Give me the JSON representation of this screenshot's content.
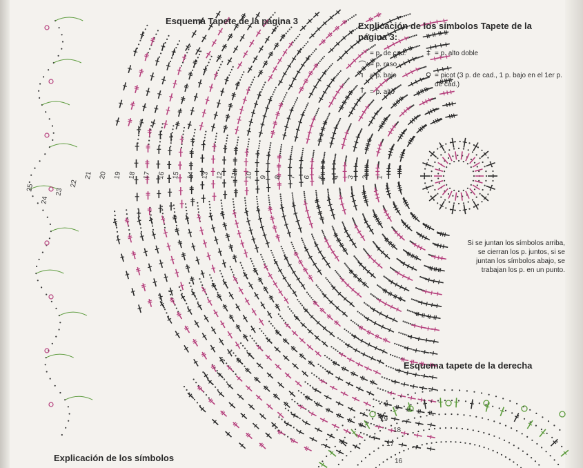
{
  "page_title": "Esquema Tapete de la página 3",
  "legend": {
    "title": "Explicación de los símbolos Tapete de la página 3:",
    "items": [
      {
        "symbol": "·",
        "label": "= p. de cad."
      },
      {
        "symbol": "⌒",
        "label": "= p. raso"
      },
      {
        "symbol": "ı",
        "label": "= p. bajo"
      },
      {
        "symbol": "†",
        "label": "= p. alto"
      },
      {
        "symbol": "‡",
        "label": "= p. alto doble"
      },
      {
        "symbol": "ᴑ",
        "label": "= picot (3 p. de cad., 1 p. bajo en el 1er p. de cad.)"
      }
    ]
  },
  "note": "Si se juntan los símbolos arriba, se cierran los p. juntos, si se juntan los símbolos abajo, se trabajan los p. en un punto.",
  "right_title": "Esquema tapete de la derecha",
  "bottom_title": "Explicación de los símbolos",
  "round_numbers": [
    "1",
    "2",
    "3",
    "4",
    "5",
    "6",
    "7",
    "8",
    "9",
    "10",
    "11",
    "12",
    "13",
    "14",
    "15",
    "16",
    "17",
    "18",
    "19",
    "20",
    "21",
    "22",
    "23",
    "24",
    "25"
  ],
  "right_round_numbers": [
    "16",
    "17",
    "18",
    "19"
  ],
  "colors": {
    "stitch_black": "#2a2a2a",
    "stitch_magenta": "#b5407d",
    "stitch_green": "#5a9a3a",
    "chain_dots": "#3a3a3a"
  }
}
